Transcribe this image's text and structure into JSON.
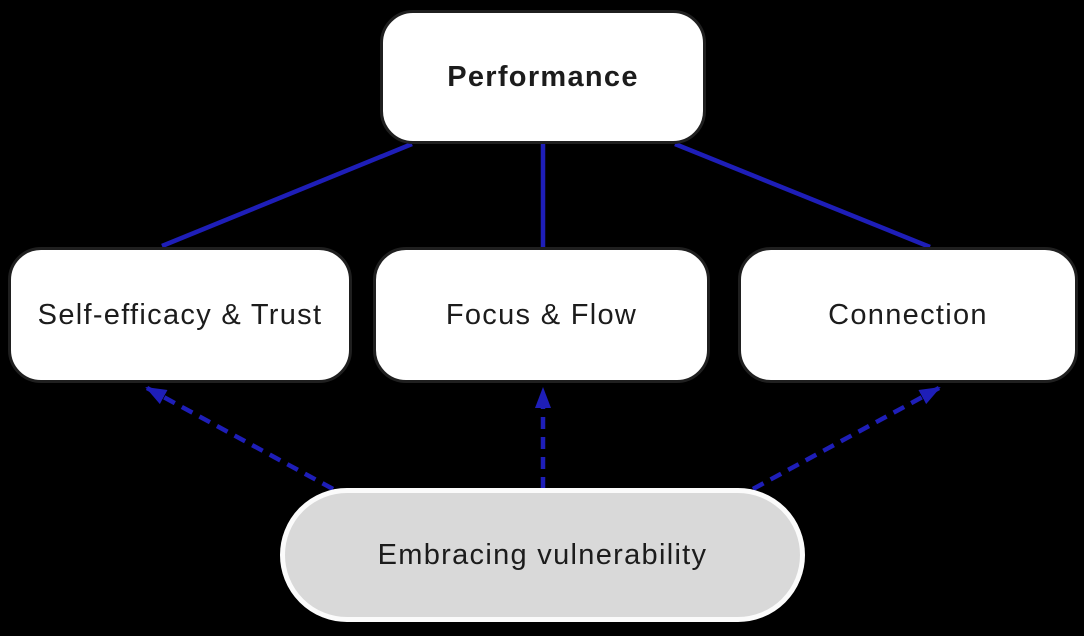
{
  "diagram": {
    "nodes": [
      {
        "id": "performance",
        "label": "Performance",
        "shape": "rounded-rect",
        "emphasis": "bold",
        "fill": "#ffffff"
      },
      {
        "id": "self-efficacy-trust",
        "label": "Self-efficacy & Trust",
        "shape": "rounded-rect",
        "fill": "#ffffff"
      },
      {
        "id": "focus-flow",
        "label": "Focus & Flow",
        "shape": "rounded-rect",
        "fill": "#ffffff"
      },
      {
        "id": "connection",
        "label": "Connection",
        "shape": "rounded-rect",
        "fill": "#ffffff"
      },
      {
        "id": "embracing-vulnerability",
        "label": "Embracing vulnerability",
        "shape": "pill",
        "fill": "#d9d9d9"
      }
    ],
    "edges": [
      {
        "from": "self-efficacy-trust",
        "to": "performance",
        "style": "solid",
        "arrow": "none"
      },
      {
        "from": "focus-flow",
        "to": "performance",
        "style": "solid",
        "arrow": "none"
      },
      {
        "from": "connection",
        "to": "performance",
        "style": "solid",
        "arrow": "none"
      },
      {
        "from": "embracing-vulnerability",
        "to": "self-efficacy-trust",
        "style": "dashed",
        "arrow": "end"
      },
      {
        "from": "embracing-vulnerability",
        "to": "focus-flow",
        "style": "dashed",
        "arrow": "end"
      },
      {
        "from": "embracing-vulnerability",
        "to": "connection",
        "style": "dashed",
        "arrow": "end"
      }
    ]
  },
  "colors": {
    "bg": "#000000",
    "edge_blue": "#1e1eb8",
    "node_fill": "#ffffff",
    "node_border": "#1f1f1f",
    "pill_fill": "#d9d9d9",
    "pill_border": "#fbfbfb",
    "text": "#1c1c1c"
  }
}
